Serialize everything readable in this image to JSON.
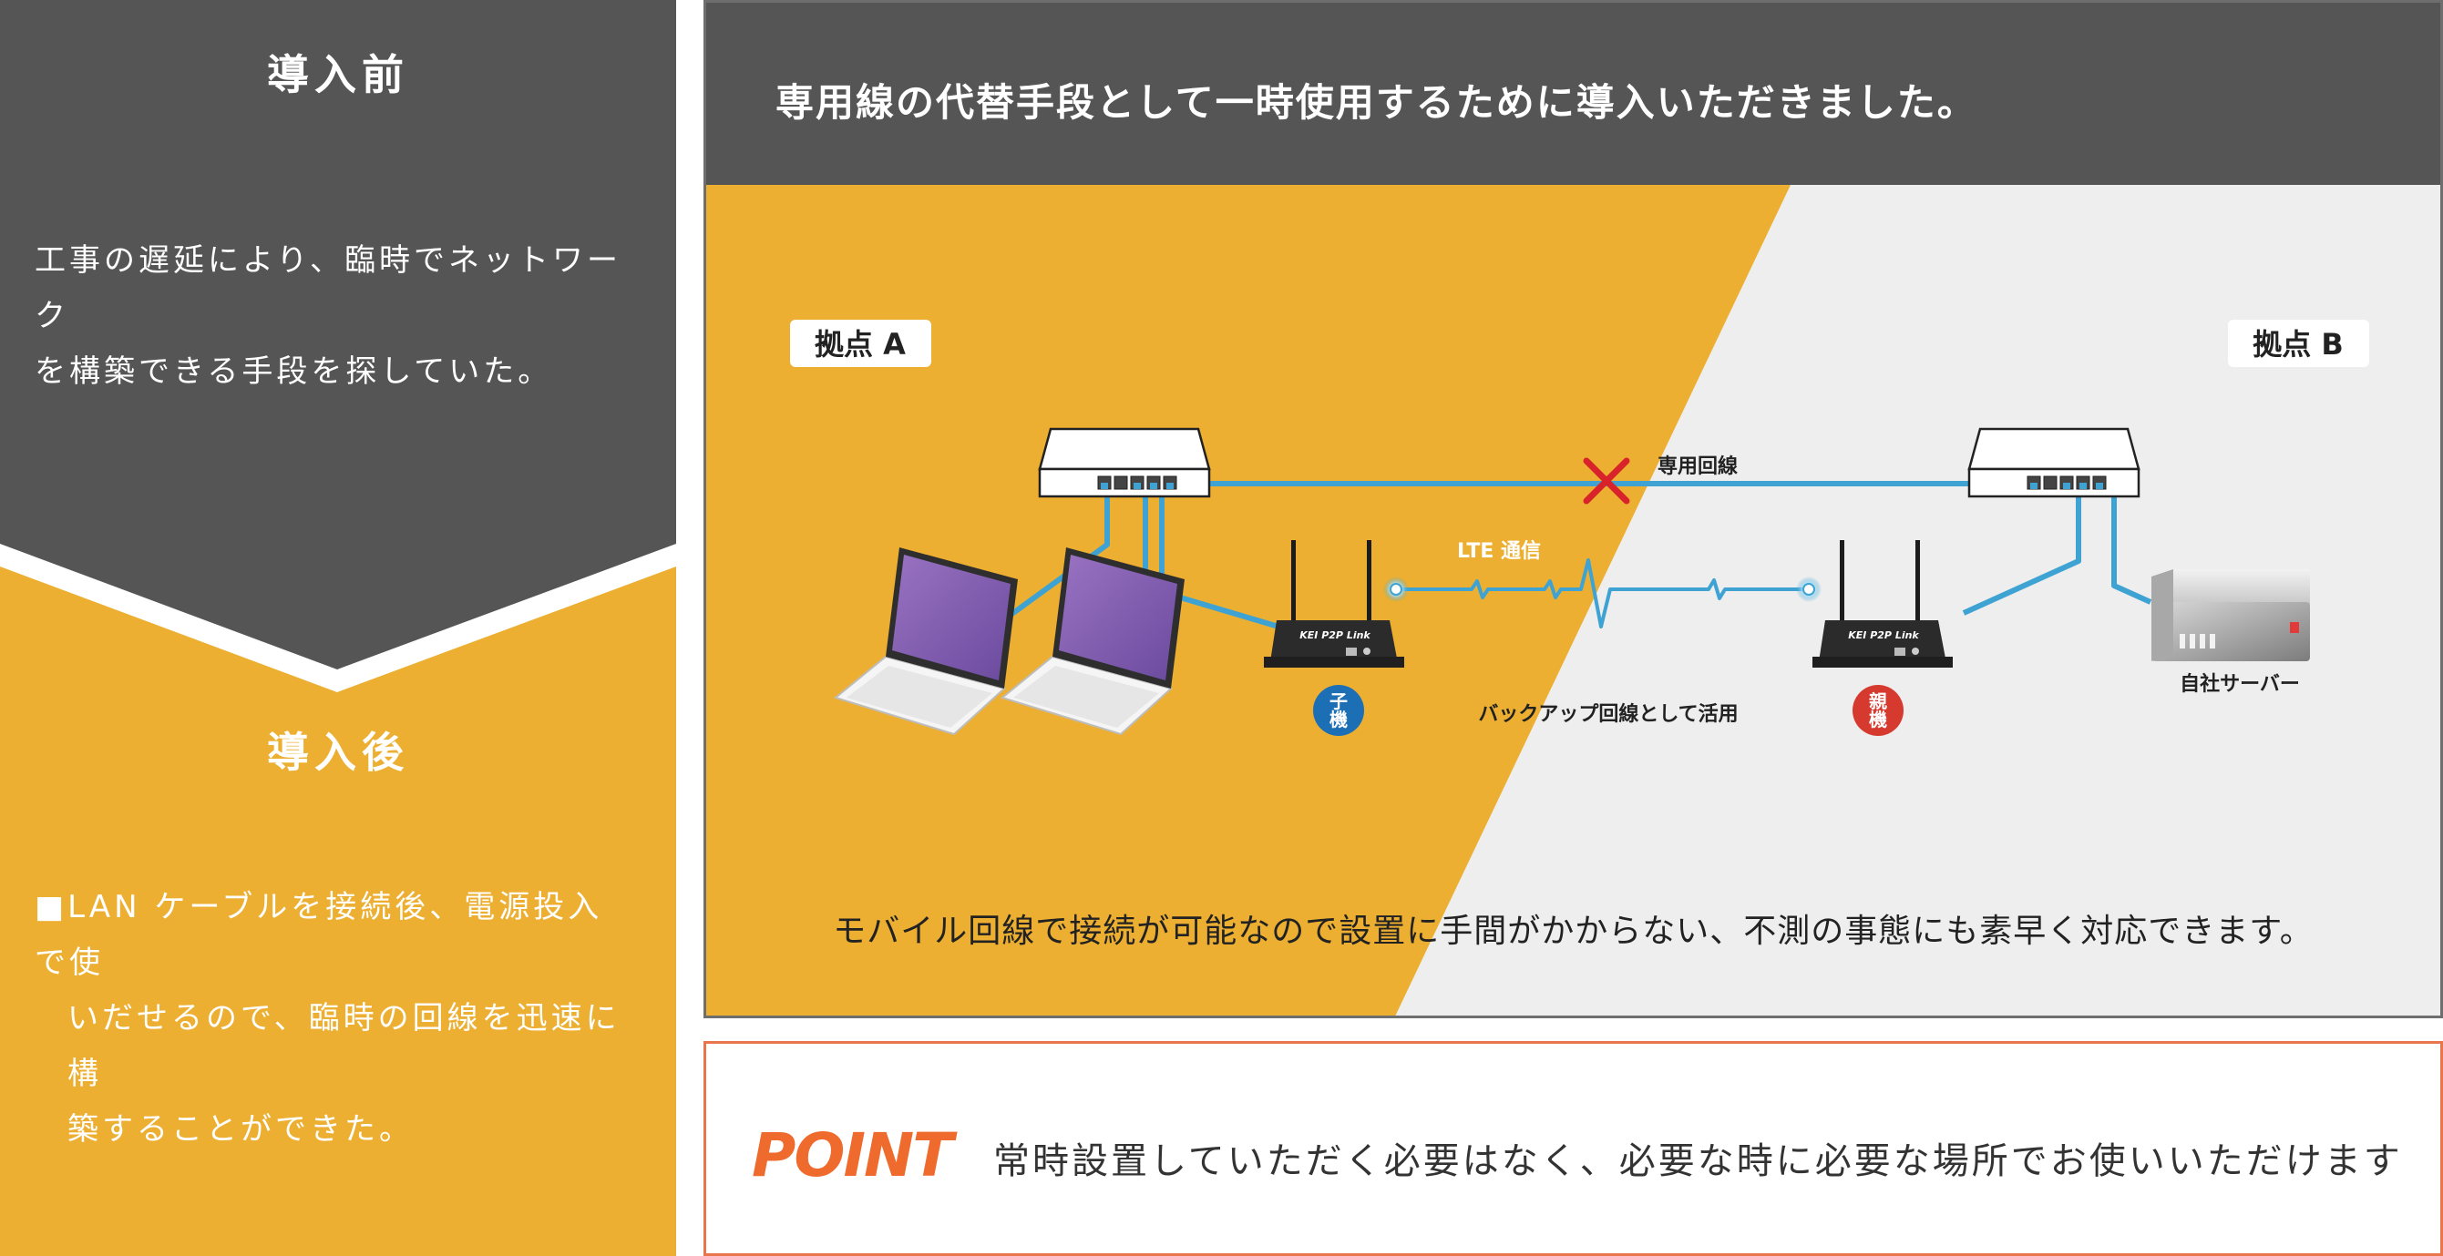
{
  "left_panel": {
    "before_title": "導入前",
    "before_text_lines": [
      "工事の遅延により、臨時でネットワーク",
      "を構築できる手段を探していた。"
    ],
    "after_title": "導入後",
    "after_text_lines": [
      "■LAN ケーブルを接続後、電源投入で使",
      "いだせるので、臨時の回線を迅速に構",
      "築することができた。"
    ],
    "colors": {
      "dark": "#565556",
      "accent": "#ecaf31"
    }
  },
  "main_panel": {
    "header_text": "専用線の代替手段として一時使用するために導入いただきました。",
    "caption": "モバイル回線で接続が可能なので設置に手間がかからない、不測の事態にも素早く対応できます。",
    "colors": {
      "header": "#565556",
      "yellow": "#ecaf31",
      "light": "#eeeeee",
      "line": "#3ea3d3",
      "cross": "#d8232a"
    }
  },
  "diagram": {
    "site_a_label": "拠点 A",
    "site_b_label": "拠点 B",
    "leased_line_label": "専用回線",
    "lte_label": "LTE 通信",
    "backup_label": "バックアップ回線として活用",
    "router_brand": "KEI P2P Link",
    "child_badge": [
      "子",
      "機"
    ],
    "parent_badge": [
      "親",
      "機"
    ],
    "child_badge_color": "#1d6fb5",
    "parent_badge_color": "#d63a2f",
    "server_label": "自社サーバー",
    "icons": [
      "switch-icon",
      "laptop-icon",
      "router-icon",
      "server-icon",
      "cross-icon"
    ]
  },
  "point": {
    "label": "POINT",
    "text": "常時設置していただく必要はなく、必要な時に必要な場所でお使いいただけます",
    "border_color": "#e8754b",
    "label_color": "#ef6a2d"
  }
}
